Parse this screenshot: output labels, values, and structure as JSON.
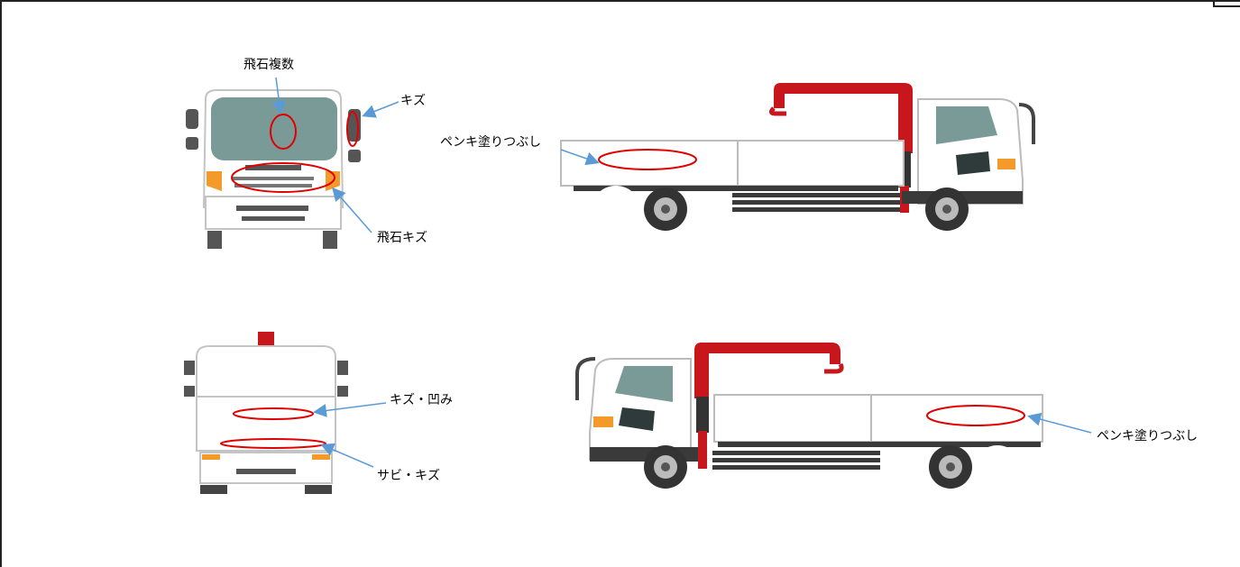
{
  "annotations": {
    "front_windshield": "飛石複数",
    "front_mirror": "キズ",
    "front_grille": "飛石キズ",
    "left_side_panel": "ペンキ塗りつぶし",
    "rear_upper": "キズ・凹み",
    "rear_lower": "サビ・キズ",
    "right_side_panel": "ペンキ塗りつぶし"
  },
  "colors": {
    "damage_mark": "#e00000",
    "arrow": "#5b9bd5",
    "crane": "#c8161d",
    "window": "#7a9a98",
    "body_outline": "#bcbcbc",
    "chassis": "#3a3a3a",
    "orange_light": "#f39a2b"
  }
}
